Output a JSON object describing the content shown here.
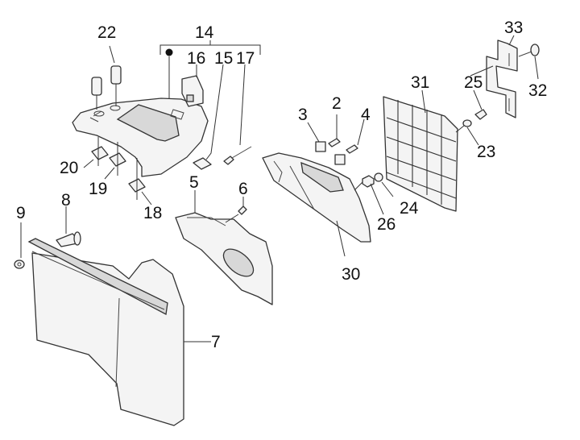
{
  "diagram": {
    "type": "exploded parts diagram",
    "group": {
      "label": "14",
      "members": [
        "16",
        "15",
        "17"
      ],
      "marker": "filled-dot"
    },
    "callouts": [
      {
        "id": "22",
        "part": "screw"
      },
      {
        "id": "14",
        "part": "assembly group bracket"
      },
      {
        "id": "16",
        "part": "connector block"
      },
      {
        "id": "15",
        "part": "clip nut"
      },
      {
        "id": "17",
        "part": "rivet"
      },
      {
        "id": "20",
        "part": "clip nut"
      },
      {
        "id": "19",
        "part": "clip nut"
      },
      {
        "id": "18",
        "part": "clip nut"
      },
      {
        "id": "5",
        "part": "inner panel"
      },
      {
        "id": "6",
        "part": "screw"
      },
      {
        "id": "8",
        "part": "bolt"
      },
      {
        "id": "9",
        "part": "washer"
      },
      {
        "id": "7",
        "part": "mud flap"
      },
      {
        "id": "3",
        "part": "clip nut"
      },
      {
        "id": "2",
        "part": "screw"
      },
      {
        "id": "4",
        "part": "screw"
      },
      {
        "id": "30",
        "part": "rear fender cover"
      },
      {
        "id": "26",
        "part": "nut"
      },
      {
        "id": "24",
        "part": "washer"
      },
      {
        "id": "31",
        "part": "license plate holder"
      },
      {
        "id": "25",
        "part": "screw"
      },
      {
        "id": "23",
        "part": "washer"
      },
      {
        "id": "33",
        "part": "bracket"
      },
      {
        "id": "32",
        "part": "screw"
      }
    ]
  }
}
